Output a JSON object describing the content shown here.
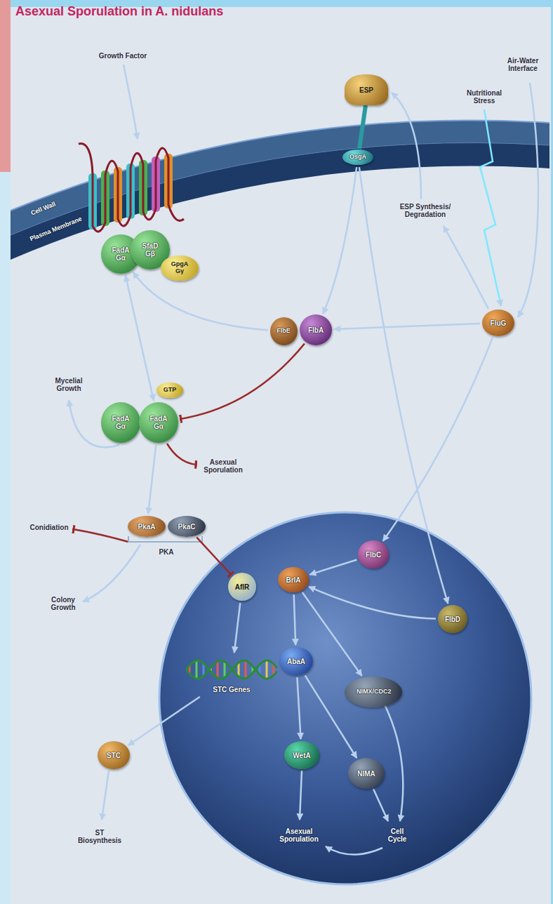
{
  "diagram": {
    "title": "Asexual Sporulation in A. nidulans",
    "nodes": [
      {
        "text": [
          "FadA Gα"
        ]
      },
      {
        "text": [
          "SfaD Gβ"
        ]
      },
      {
        "text": [
          "GpgA Gγ"
        ]
      },
      {
        "text": [
          "ESP"
        ]
      },
      {
        "text": [
          "OsgA"
        ]
      },
      {
        "text": [
          "FlbE"
        ]
      },
      {
        "text": [
          "FlbA"
        ]
      },
      {
        "text": [
          "FluG"
        ]
      },
      {
        "text": [
          "FadA Gα"
        ]
      },
      {
        "text": [
          "FadA Gα"
        ]
      },
      {
        "text": [
          "GTP"
        ]
      },
      {
        "text": [
          "PkaA"
        ]
      },
      {
        "text": [
          "PkaC"
        ]
      },
      {
        "text": [
          "AflR"
        ]
      },
      {
        "text": [
          "BrlA"
        ]
      },
      {
        "text": [
          "FlbC"
        ]
      },
      {
        "text": [
          "FlbD"
        ]
      },
      {
        "text": [
          "STC Genes"
        ]
      },
      {
        "text": [
          "AbaA"
        ]
      },
      {
        "text": [
          "NIMX/CDC2"
        ]
      },
      {
        "text": [
          "STC"
        ]
      },
      {
        "text": [
          "WetA"
        ]
      },
      {
        "text": [
          "NIMA"
        ]
      }
    ],
    "edges": [
      {
        "from": 0,
        "to": 9,
        "arrow": "both"
      },
      {
        "from": 5,
        "to": 0,
        "arrow": "to"
      },
      {
        "from": 6,
        "to": 9,
        "arrow": "to"
      },
      {
        "from": 7,
        "to": 6,
        "arrow": "to"
      },
      {
        "from": 4,
        "to": 6,
        "arrow": "to"
      },
      {
        "from": 4,
        "to": 16,
        "arrow": "to"
      },
      {
        "from": 7,
        "to": 15,
        "arrow": "to"
      },
      {
        "from": 15,
        "to": 14,
        "arrow": "to"
      },
      {
        "from": 16,
        "to": 14,
        "arrow": "to"
      },
      {
        "from": 9,
        "to": 11,
        "arrow": "to"
      },
      {
        "from": 12,
        "to": 13,
        "arrow": "to"
      },
      {
        "from": 13,
        "to": 17,
        "arrow": "to"
      },
      {
        "from": 17,
        "to": 20,
        "arrow": "to"
      },
      {
        "from": 14,
        "to": 18,
        "arrow": "to"
      },
      {
        "from": 14,
        "to": 19,
        "arrow": "to"
      },
      {
        "from": 18,
        "to": 21,
        "arrow": "to"
      },
      {
        "from": 18,
        "to": 22,
        "arrow": "to"
      }
    ],
    "labels": [
      "Growth Factor",
      "Cell Wall",
      "Plasma Membrane",
      "Air-Water Interface",
      "Nutritional Stress",
      "ESP Synthesis/ Degradation",
      "Mycelial Growth",
      "Asexual Sporulation",
      "Conidiation",
      "PKA",
      "Colony Growth",
      "ST Biosynthesis",
      "Asexual Sporulation",
      "Cell Cycle"
    ]
  }
}
